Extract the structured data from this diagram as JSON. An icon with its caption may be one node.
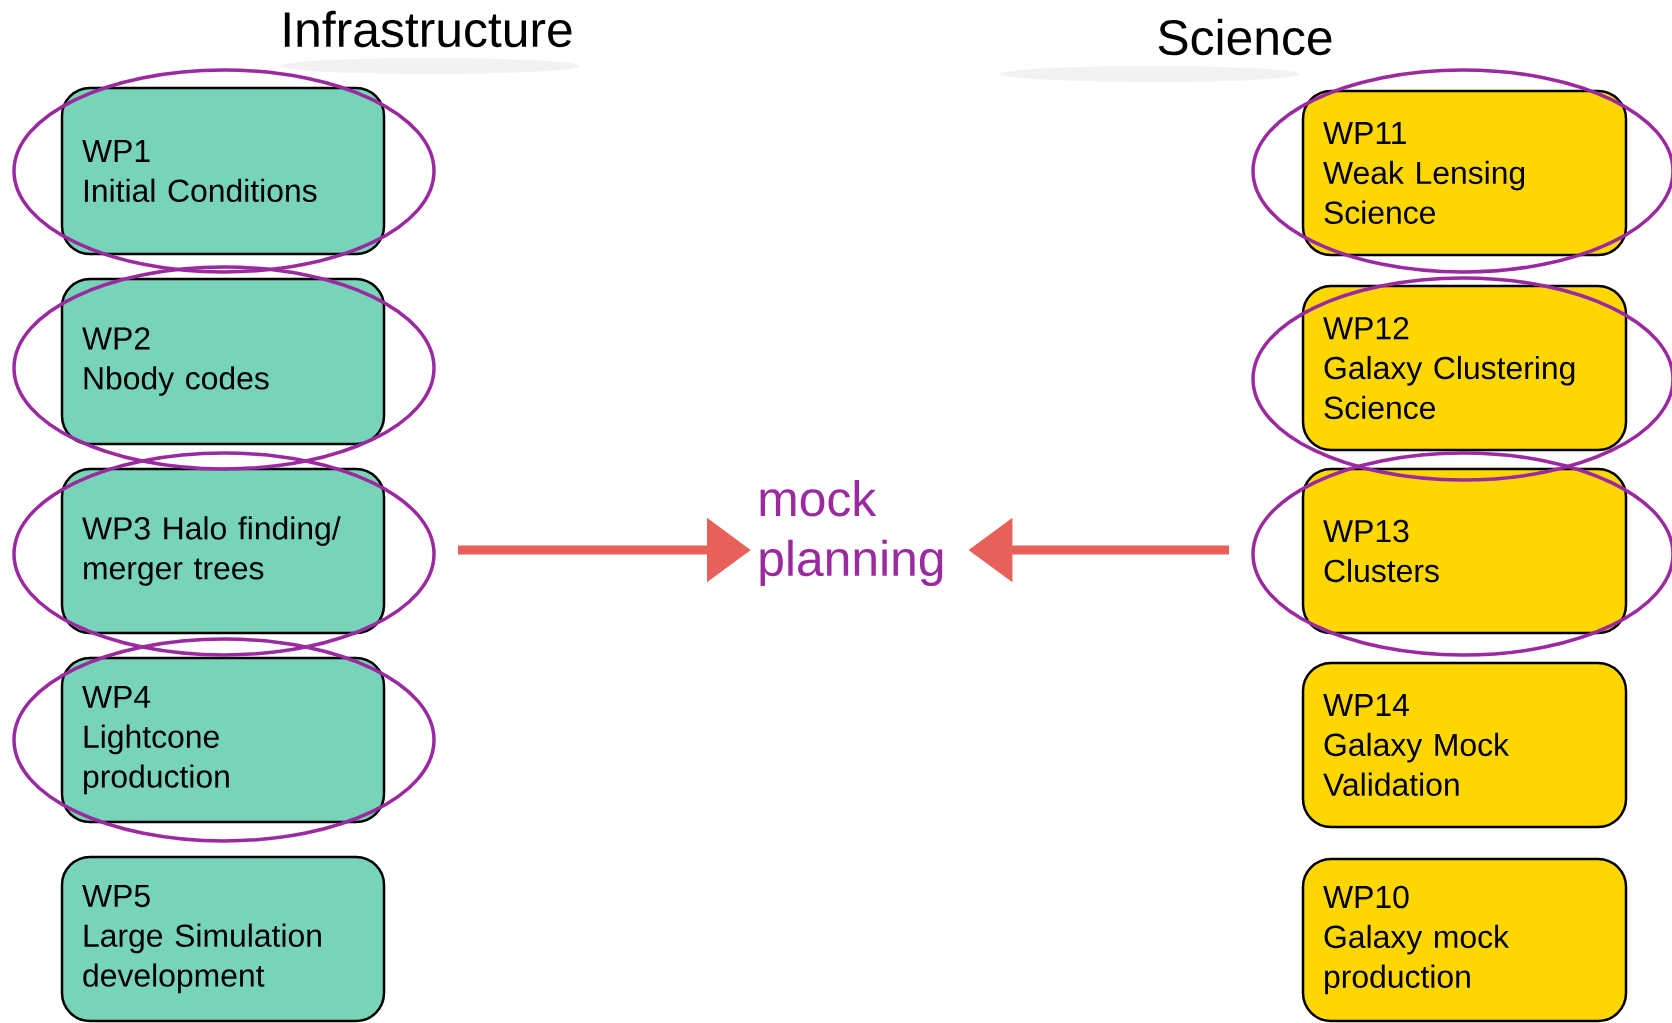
{
  "diagram": {
    "nodes": [
      {
        "text": [
          "WP1",
          "Initial Conditions"
        ]
      },
      {
        "text": [
          "WP2",
          "Nbody codes"
        ]
      },
      {
        "text": [
          "WP3 Halo finding/ merger trees"
        ]
      },
      {
        "text": [
          "WP4",
          "Lightcone production"
        ]
      },
      {
        "text": [
          "WP5",
          "Large Simulation development"
        ]
      },
      {
        "text": [
          "WP11",
          "Weak Lensing Science"
        ]
      },
      {
        "text": [
          "WP12",
          "Galaxy Clustering Science"
        ]
      },
      {
        "text": [
          "WP13",
          "Clusters"
        ]
      },
      {
        "text": [
          "WP14",
          "Galaxy Mock Validation"
        ]
      },
      {
        "text": [
          "WP10",
          "Galaxy mock production"
        ]
      },
      {
        "text": [
          "mock planning"
        ]
      }
    ],
    "edges": [
      {
        "from": null,
        "to": 10,
        "arrow": "to"
      },
      {
        "from": null,
        "to": 10,
        "arrow": "to"
      }
    ],
    "labels": [
      "Infrastructure",
      "Science"
    ]
  }
}
